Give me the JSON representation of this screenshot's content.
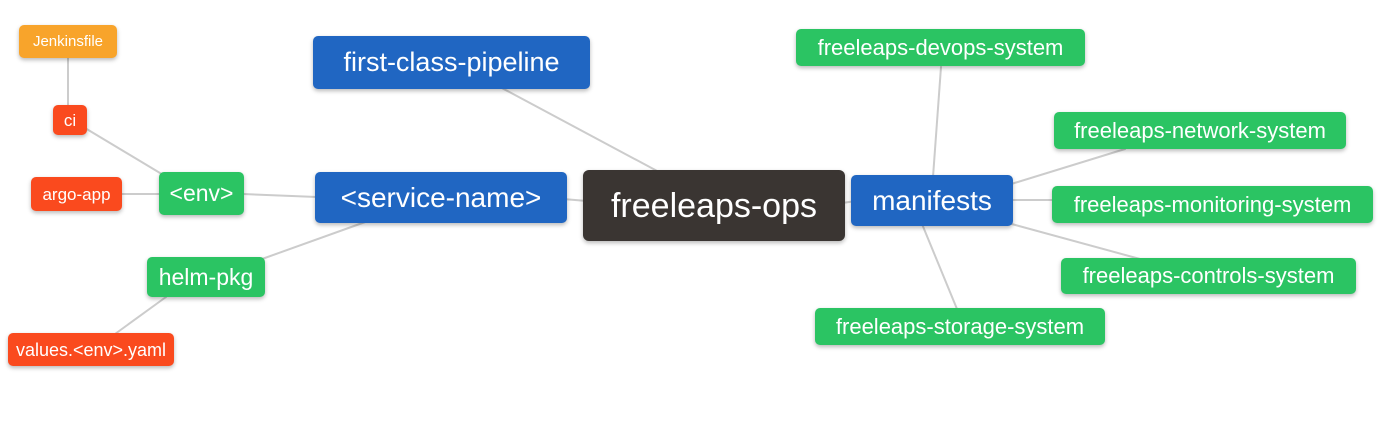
{
  "diagram": {
    "type": "mindmap",
    "root_label": "freeleaps-ops"
  },
  "colors": {
    "canvas_bg": "#ffffff",
    "root_bg": "#3a3532",
    "blue_bg": "#2066c2",
    "green_bg": "#2bc463",
    "red_bg": "#fa4a1e",
    "orange_bg": "#f8a42b",
    "node_text": "#ffffff",
    "edge": "#cccccc"
  },
  "hierarchy": {
    "label": "freeleaps-ops",
    "children": [
      {
        "label": "first-class-pipeline"
      },
      {
        "label": "<service-name>",
        "children": [
          {
            "label": "<env>",
            "children": [
              {
                "label": "ci",
                "children": [
                  {
                    "label": "Jenkinsfile"
                  }
                ]
              },
              {
                "label": "argo-app"
              }
            ]
          },
          {
            "label": "helm-pkg",
            "children": [
              {
                "label": "values.<env>.yaml"
              }
            ]
          }
        ]
      },
      {
        "label": "manifests",
        "children": [
          {
            "label": "freeleaps-devops-system"
          },
          {
            "label": "freeleaps-network-system"
          },
          {
            "label": "freeleaps-monitoring-system"
          },
          {
            "label": "freeleaps-controls-system"
          },
          {
            "label": "freeleaps-storage-system"
          }
        ]
      }
    ]
  },
  "edges": [
    {
      "from": "ci",
      "to": "Jenkinsfile"
    },
    {
      "from": "<env>",
      "to": "ci"
    },
    {
      "from": "<env>",
      "to": "argo-app"
    },
    {
      "from": "<service-name>",
      "to": "<env>"
    },
    {
      "from": "<service-name>",
      "to": "helm-pkg"
    },
    {
      "from": "helm-pkg",
      "to": "values.<env>.yaml"
    },
    {
      "from": "freeleaps-ops",
      "to": "first-class-pipeline"
    },
    {
      "from": "freeleaps-ops",
      "to": "<service-name>"
    },
    {
      "from": "freeleaps-ops",
      "to": "manifests"
    },
    {
      "from": "manifests",
      "to": "freeleaps-devops-system"
    },
    {
      "from": "manifests",
      "to": "freeleaps-network-system"
    },
    {
      "from": "manifests",
      "to": "freeleaps-monitoring-system"
    },
    {
      "from": "manifests",
      "to": "freeleaps-controls-system"
    },
    {
      "from": "manifests",
      "to": "freeleaps-storage-system"
    }
  ]
}
